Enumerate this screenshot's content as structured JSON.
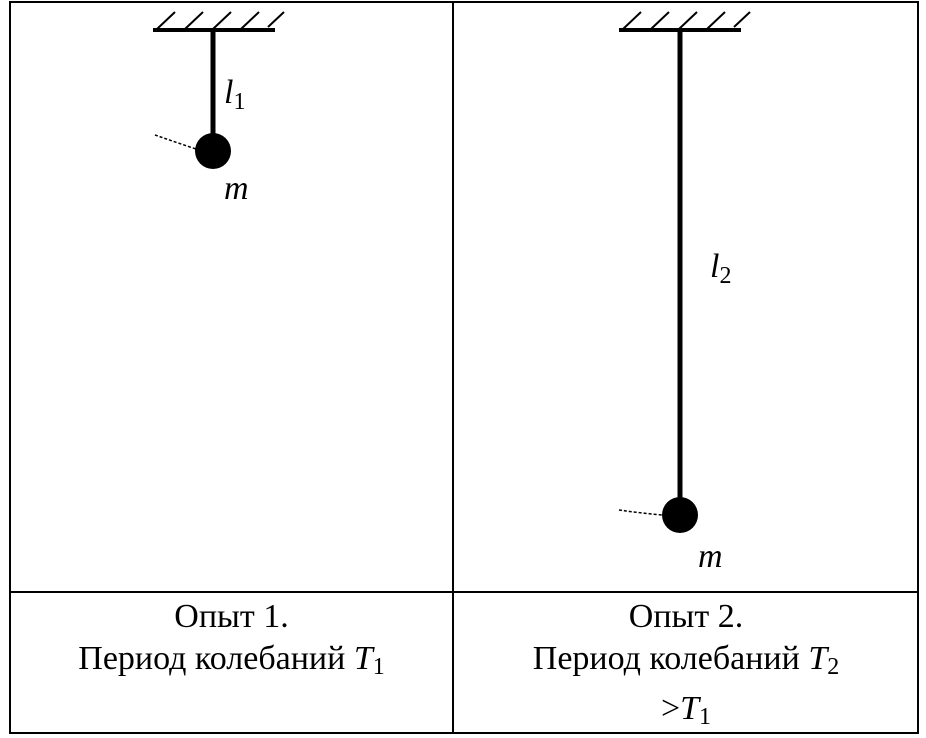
{
  "experiments": [
    {
      "title": "Опыт 1.",
      "period_text": "Период колебаний",
      "period_symbol": "T",
      "period_index": "1",
      "length_symbol": "l",
      "length_index": "1",
      "mass_symbol": "m"
    },
    {
      "title": "Опыт 2.",
      "period_text": "Период колебаний",
      "period_symbol": "T",
      "period_index": "2",
      "comparison": ">",
      "compare_symbol": "T",
      "compare_index": "1",
      "length_symbol": "l",
      "length_index": "2",
      "mass_symbol": "m"
    }
  ]
}
